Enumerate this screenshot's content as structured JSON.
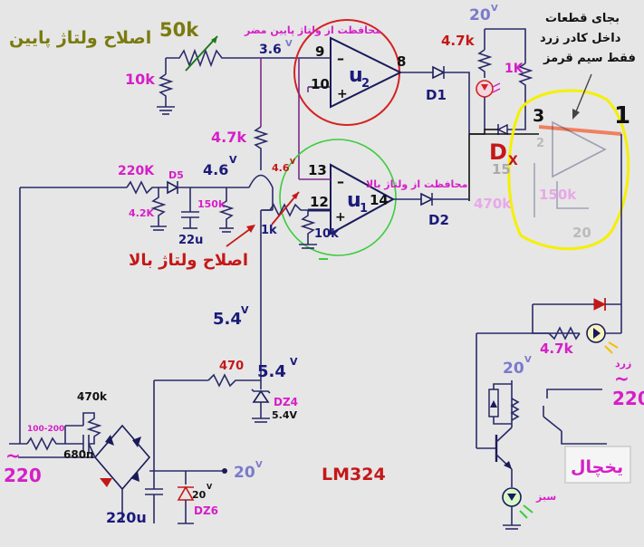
{
  "texts": {
    "adj_low": "اصلاح ولتاژ پایین",
    "pot_50k": "50k",
    "guard_low": "محافظت از ولتاژ پایین مضر",
    "v_36": "3.6",
    "unit_v": "V",
    "r_10k_left": "10k",
    "r_47k_top": "4.7k",
    "r_47k_mid": "4.7k",
    "v_20_top": "20",
    "r_1k_top": "1K",
    "note": "بجای قطعات\nداخل کادر زرد\nفقط سیم قرمز",
    "pin_9": "9",
    "pin_10": "10",
    "pin_8": "8",
    "pin_13": "13",
    "pin_12": "12",
    "pin_14": "14",
    "u2": "u",
    "u2_sub": "2",
    "u1": "u",
    "u1_sub": "1",
    "d1": "D1",
    "d2": "D2",
    "d5": "D5",
    "dx": "D",
    "dx_sub": "X",
    "n3": "3",
    "n1": "1",
    "n2": "2",
    "n15": "15",
    "n20": "20",
    "r_470k_box": "470k",
    "r_150k_box": "150k",
    "v_46": "4.6",
    "v_46_small": "4.6",
    "r_220k": "220K",
    "r_42k": "4.2K",
    "c_22u": "22u",
    "r_150k": "150k",
    "r_1k": "1k",
    "r_10k_mid": "10k",
    "guard_high": "محافظت از ولتاژ بالا",
    "adj_high": "اصلاح ولتاژ بالا",
    "v_54_left": "5.4",
    "v_54_right": "5.4",
    "r_470": "470",
    "dz4": "DZ4",
    "dz4_v": "5.4V",
    "r_470k": "470k",
    "r_100_200": "100-200",
    "c_680n": "680n",
    "ac_220_left": "220",
    "ac_220_right": "220",
    "c_220u": "220u",
    "v_20_mid": "20",
    "v_20_dz6": "20",
    "dz6": "DZ6",
    "lm324": "LM324",
    "v_20_relay": "20",
    "r_47k_led": "4.7k",
    "yellow": "زرد",
    "green": "سبز",
    "fridge": "یخچال",
    "tilde": "~"
  },
  "colors": {
    "background": "#e6e6e6",
    "wire": "#2a2a6a",
    "magenta": "#d61ec8",
    "red": "#c41818",
    "yellow_box": "#f4f000",
    "green_circle": "#3ccc3c"
  }
}
